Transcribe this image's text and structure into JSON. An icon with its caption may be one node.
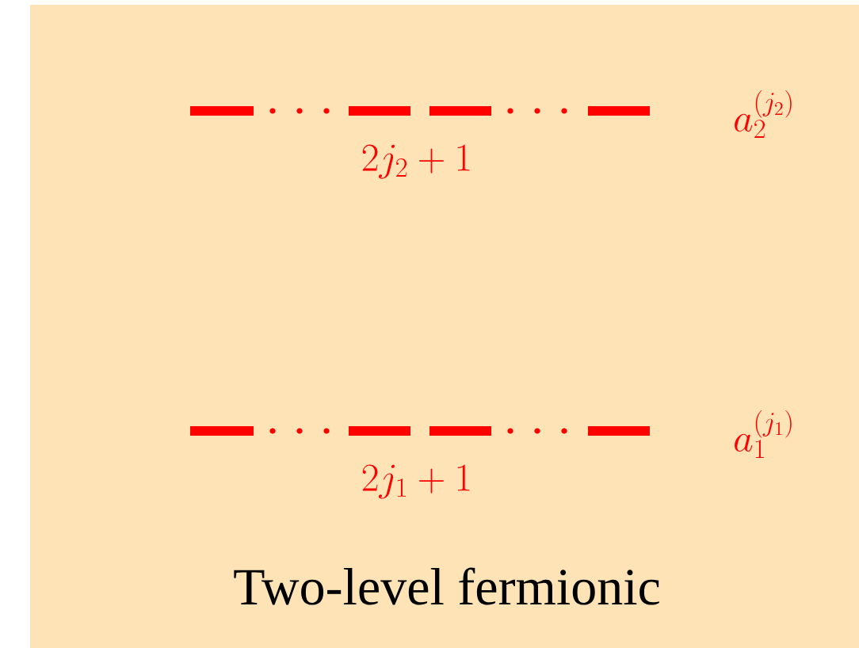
{
  "diagram": {
    "caption": "Two-level fermionic",
    "labels": [
      "a_2^{(j_2)}",
      "2j_2+1",
      "a_1^{(j_1)}",
      "2j_1+1"
    ]
  }
}
